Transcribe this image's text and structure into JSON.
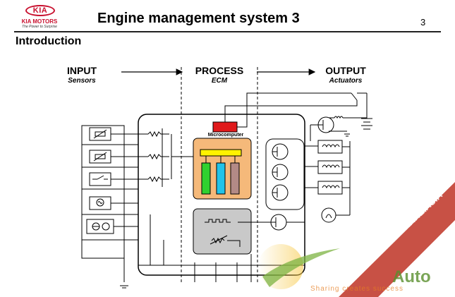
{
  "logo": {
    "word": "KIA",
    "brand": "KIA MOTORS",
    "tagline": "The Power to Surprise"
  },
  "header": {
    "title": "Engine management system  3",
    "page_number": "3"
  },
  "section": {
    "heading": "Introduction"
  },
  "columns": {
    "input": {
      "title": "INPUT",
      "subtitle": "Sensors"
    },
    "process": {
      "title": "PROCESS",
      "subtitle": "ECM"
    },
    "output": {
      "title": "OUTPUT",
      "subtitle": "Actuators"
    }
  },
  "ecm": {
    "microcomputer_label": "Microcomputer"
  },
  "watermark": {
    "banner": "WWW.AUTOSHARE.ASIA",
    "brand": "Auto",
    "slogan": "Sharing creates success"
  },
  "colors": {
    "kia_red": "#c8102e",
    "micro_red": "#e0191b",
    "cpu_panel": "#f5b97a",
    "bus_yellow": "#fff200",
    "chip_green": "#2fd12f",
    "chip_cyan": "#22c3e8",
    "chip_mauve": "#b38a86",
    "driver_grey": "#c9c9c9",
    "banner_red": "#c0392b"
  }
}
